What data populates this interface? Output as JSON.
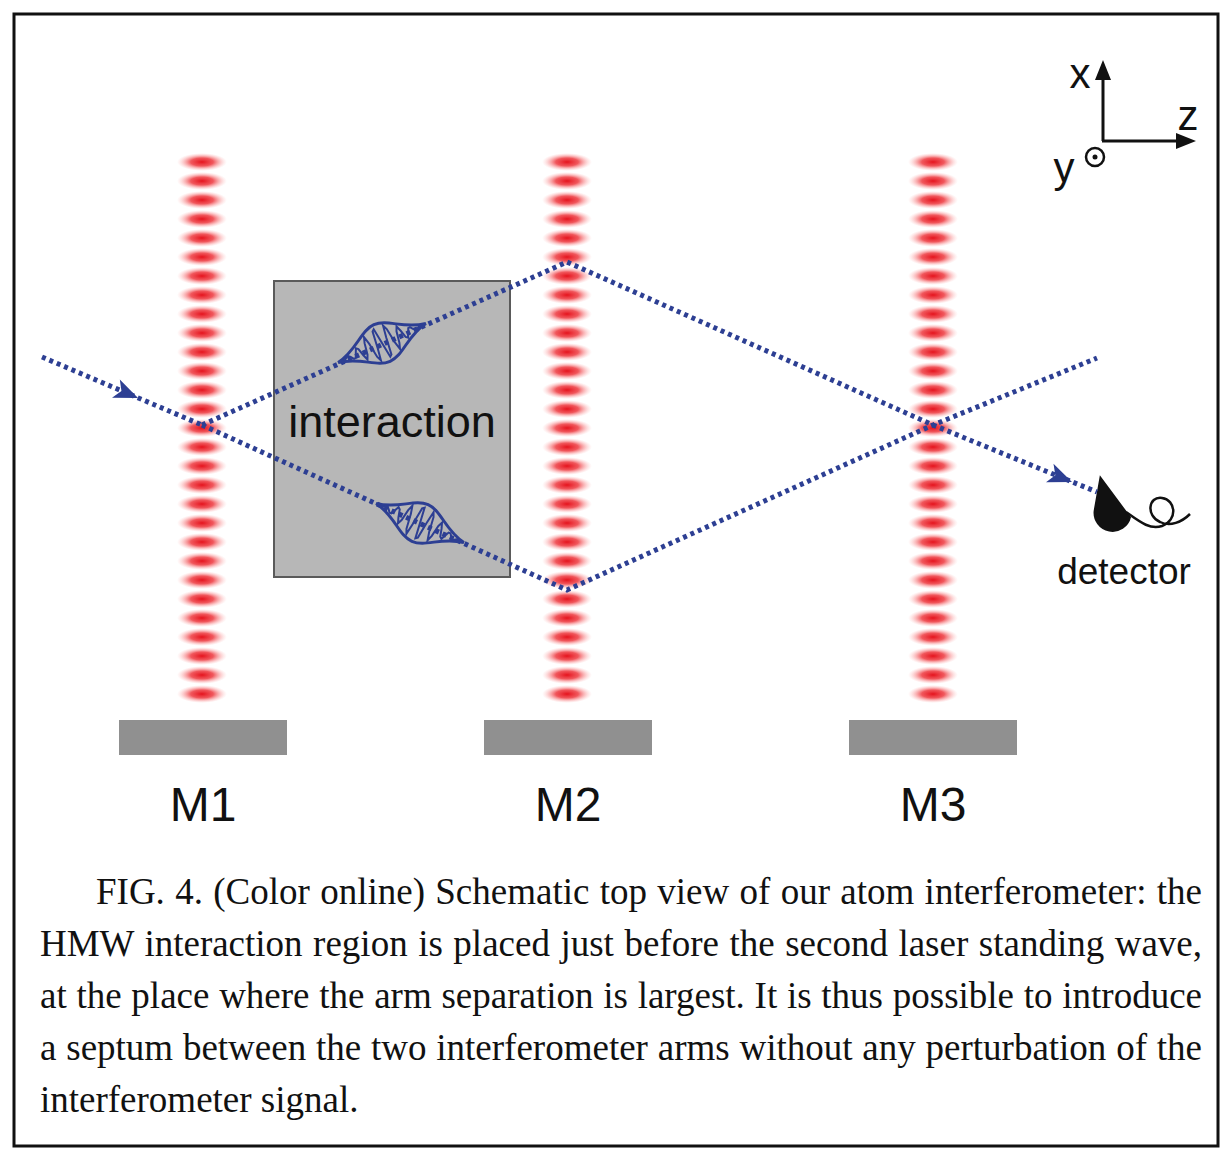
{
  "diagram": {
    "caption": "FIG. 4. (Color online) Schematic top view of our atom interferometer: the HMW interaction region is placed just before the second laser standing wave, at the place where the arm separation is largest. It is thus possible to introduce a septum between the two interferometer arms without any perturbation of the interferometer signal.",
    "nodes": [
      {
        "text": [
          "interaction"
        ]
      },
      {
        "text": [
          "M1"
        ]
      },
      {
        "text": [
          "M2"
        ]
      },
      {
        "text": [
          "M3"
        ]
      }
    ],
    "labels": [
      "x",
      "z",
      "y",
      "detector"
    ]
  }
}
